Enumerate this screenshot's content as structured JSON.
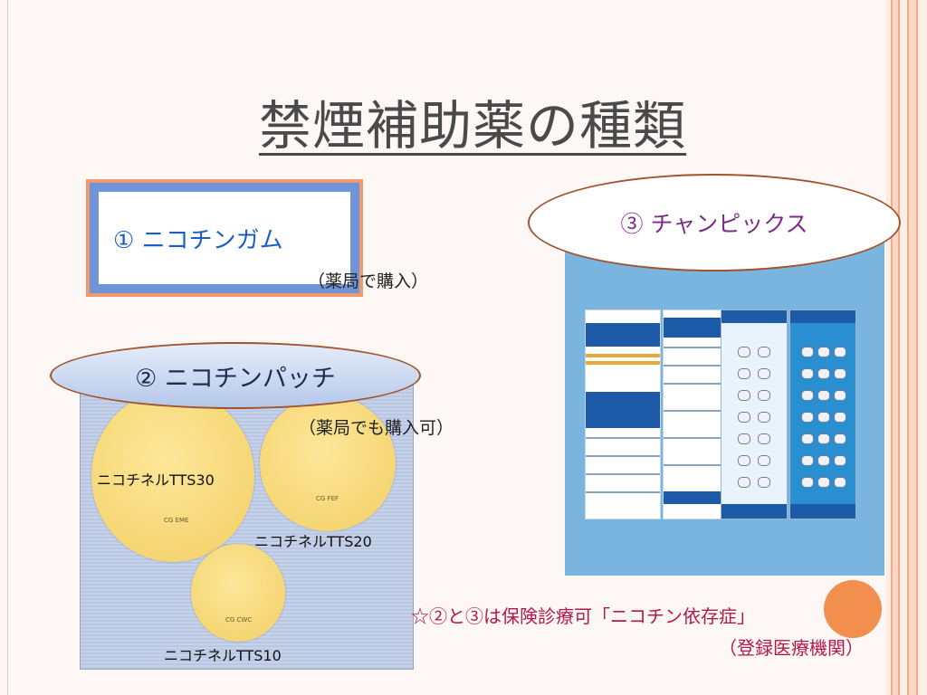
{
  "slide": {
    "title": "禁煙補助薬の種類",
    "gum": {
      "label": "①  ニコチンガム",
      "note": "（薬局で購入）"
    },
    "patch": {
      "label": "②  ニコチンパッチ",
      "note": "（薬局でも購入可）",
      "discs": [
        {
          "label": "ニコチネルTTS30",
          "code": "CG    EME"
        },
        {
          "label": "ニコチネルTTS20",
          "code": "CG    FEF"
        },
        {
          "label": "ニコチネルTTS10",
          "code": "CG    CWC"
        }
      ]
    },
    "champix": {
      "label": "③  チャンピックス"
    },
    "footnote": {
      "line1": "☆②と③は保険診療可「ニコチン依存症」",
      "line2": "（登録医療機関）"
    }
  },
  "colors": {
    "accent_blue": "#1c5fc4",
    "oval_border": "#a2532d",
    "footnote": "#b5174d",
    "orange": "#f28f4e"
  }
}
